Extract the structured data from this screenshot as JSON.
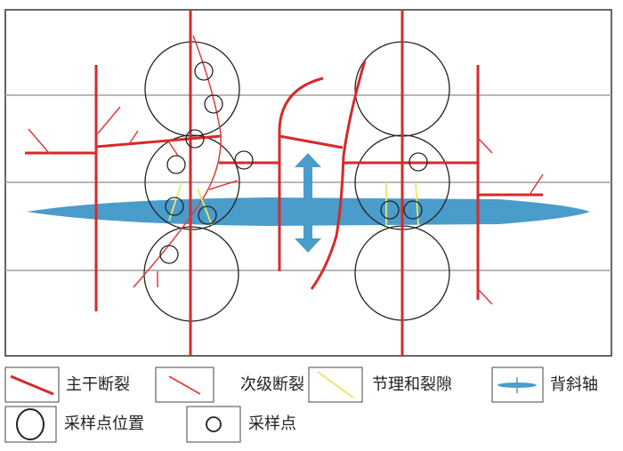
{
  "colors": {
    "main_fault": "#d62a2a",
    "secondary_fault": "#e03a3a",
    "joint": "#e8e86a",
    "anticline": "#4a9ccb",
    "grid": "#a89c9c",
    "circle": "#222222"
  },
  "legend": [
    {
      "label": "主干断裂",
      "icon": "main-fault-line-icon"
    },
    {
      "label": "次级断裂",
      "icon": "secondary-fault-line-icon"
    },
    {
      "label": "节理和裂隙",
      "icon": "joint-line-icon"
    },
    {
      "label": "背斜轴",
      "icon": "anticline-axis-icon"
    },
    {
      "label": "采样点位置",
      "icon": "large-circle-icon"
    },
    {
      "label": "采样点",
      "icon": "small-circle-icon"
    }
  ]
}
